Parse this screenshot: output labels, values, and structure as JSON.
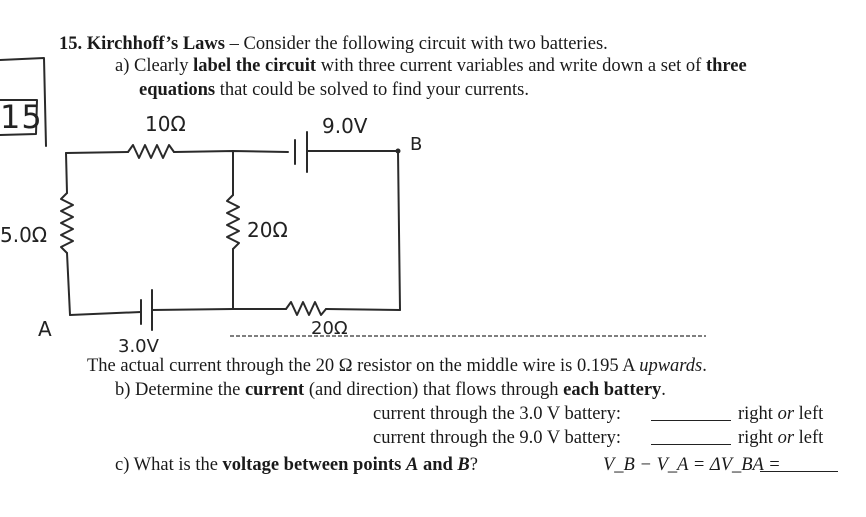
{
  "problem": {
    "number": "15.",
    "title": "Kirchhoff’s Laws",
    "intro": " – Consider the following circuit with two batteries."
  },
  "score_box": {
    "value": "15"
  },
  "part_a": {
    "label": "a) Clearly ",
    "bold1": "label the circuit",
    "mid1": " with three current variables and write down a set of ",
    "bold2": "three",
    "bold3": "equations",
    "end": " that could be solved to find your currents."
  },
  "circuit_labels": {
    "r_top": "10Ω",
    "v_top": "9.0V",
    "point_b": "B",
    "r_left": "5.0Ω",
    "r_middle": "20Ω",
    "point_a": "A",
    "v_bottom": "3.0V",
    "r_bottom": "20Ω"
  },
  "statement": {
    "pre": "The actual current through the 20 Ω resistor on the middle wire is 0.195 A ",
    "italic": "upwards",
    "post": "."
  },
  "part_b": {
    "pre": "b) Determine the ",
    "bold1": "current",
    "mid": " (and direction) that flows through ",
    "bold2": "each battery",
    "post": "."
  },
  "battery_rows": [
    {
      "label": "current through the 3.0 V battery:",
      "opt1": "right",
      "or": "or",
      "opt2": "left"
    },
    {
      "label": "current through the 9.0 V battery:",
      "opt1": "right",
      "or": "or",
      "opt2": "left"
    }
  ],
  "part_c": {
    "pre": "c) What is the ",
    "bold": "voltage between points ",
    "a": "A",
    "and": " and ",
    "b": "B",
    "q": "?",
    "equation": "V_B − V_A = ΔV_BA ="
  }
}
